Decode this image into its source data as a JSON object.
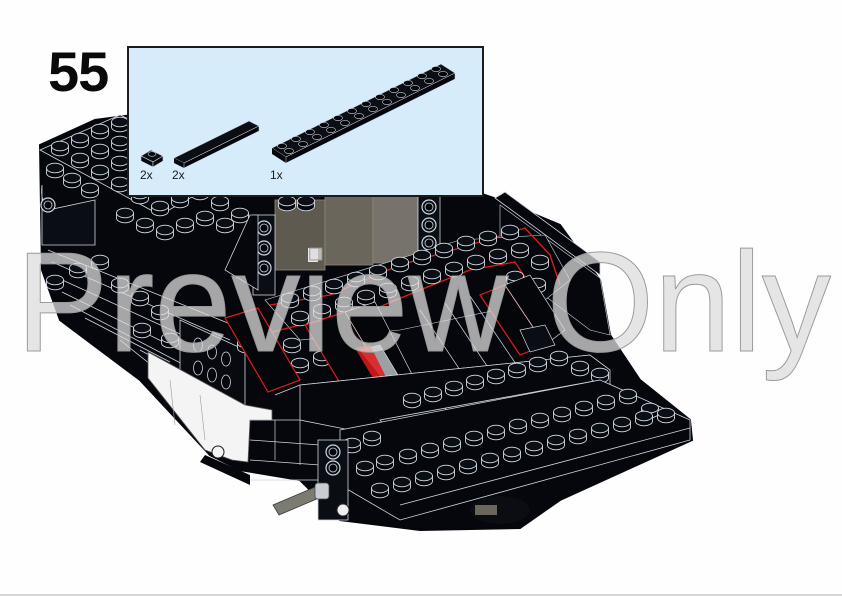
{
  "page": {
    "type": "building-instructions",
    "step_number": "55"
  },
  "callout": {
    "background_color": "#d6ecfb",
    "border_color": "#1b1b1b",
    "parts": [
      {
        "name": "plate-1x1",
        "color": "black",
        "quantity": "2x"
      },
      {
        "name": "tile-1x6",
        "color": "black",
        "quantity": "2x"
      },
      {
        "name": "plate-2x12",
        "color": "black",
        "quantity": "1x"
      }
    ]
  },
  "model": {
    "body_color": "#05070c",
    "edge_color": "#cfd6df",
    "highlight_color": "#e21b1b",
    "trans_black_color": "#5e5a50",
    "white_part_color": "#f4f4f4"
  },
  "watermark": {
    "text": "Preview Only",
    "fill": "rgba(220,220,220,0.75)",
    "stroke": "#9a9a9a"
  }
}
